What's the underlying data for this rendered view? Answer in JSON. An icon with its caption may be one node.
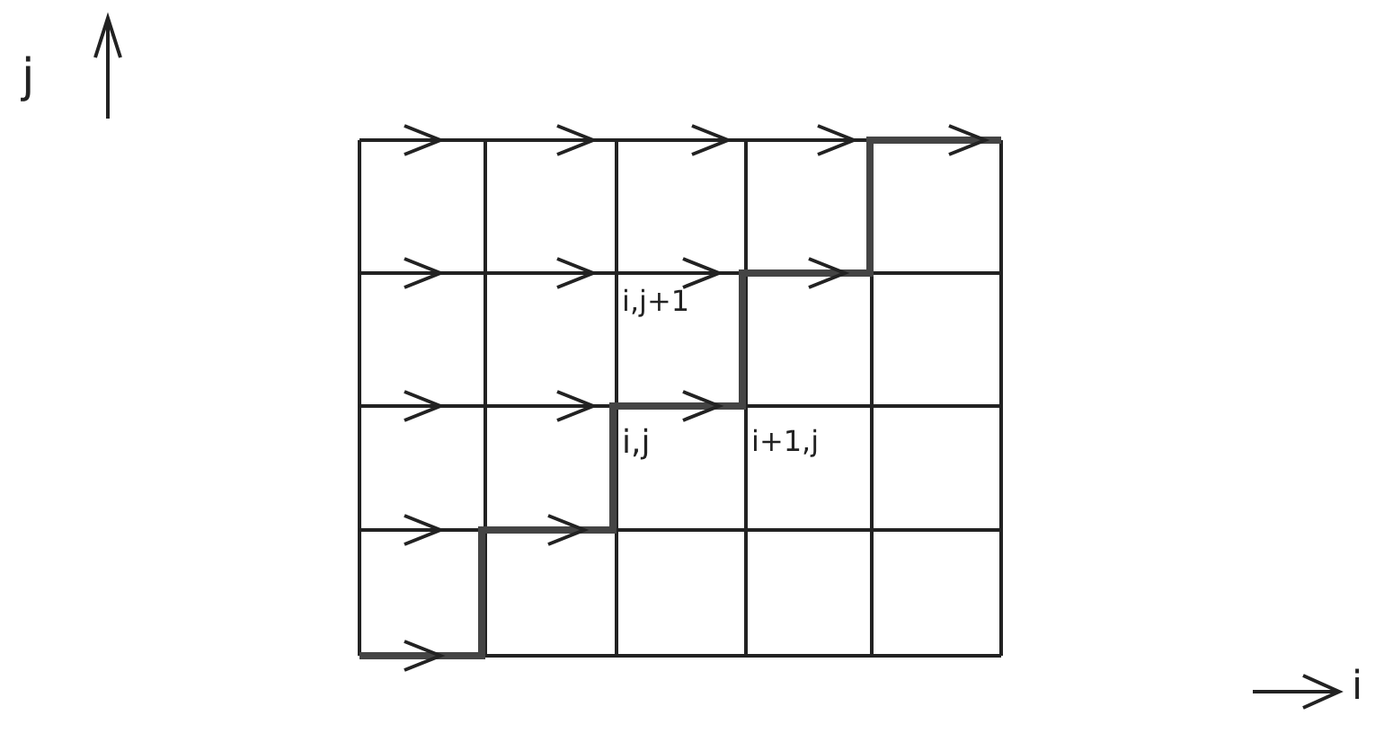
{
  "diagram": {
    "labels": [
      "j",
      "i,j+1",
      "i,j",
      "i+1,j",
      "i"
    ]
  }
}
